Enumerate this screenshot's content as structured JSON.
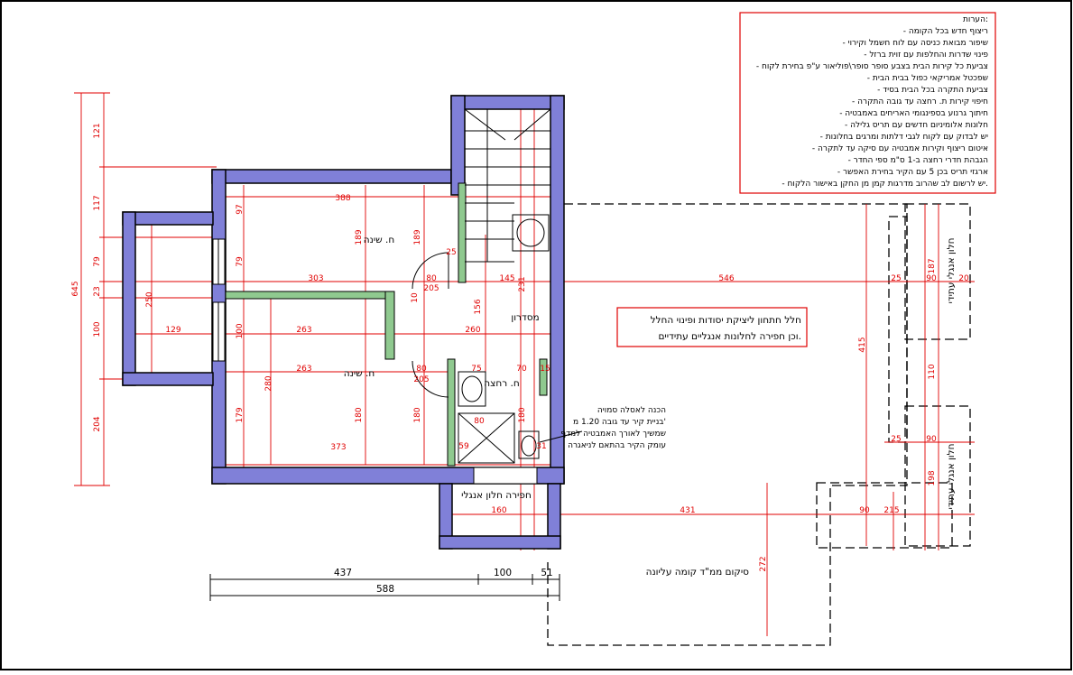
{
  "notes": {
    "title": "הערות:",
    "items": [
      "- ריצוף חדש בכל הקומה",
      "- שיפור מבואת כניסה עם לוח חשמל וקירוי",
      "- פינוי שדרות והחלפות עם זוית ברזל",
      "- צביעת כל קירות הבית בצבע סופר סופר\\פוליאור ע\"פ בחירת לקוח",
      "- שפכטל אמריקאי כפול בבית הבית",
      "- צביעת התקרה בכל הבית בסיד",
      "- חיפוי קירות ת. רחצה עד גובה התקרה",
      "- חיתוך גרנוע בספינגומי האריחים באמבטיה",
      "- חלונות אלומיניום חדשים עם תריס גלילה",
      "- יש לבדוק עם לקוח לגבי דלתות ומרגים בחלונות",
      "- איטום ריצוף וקירות אמבטיה עם סיקה עד לתקרה",
      "- הגבהת חדרי רחצה ב-1 ס\"מ ספי החדר",
      "- ארגזי תריס בכן 5 עם הקיר בחירת האפשר",
      "- יש לרשום לב שהרוב מדרגות קמן מן החקן באישור הלקוח."
    ]
  },
  "rooms": {
    "bedroom": "ח. שינה",
    "hall": "מסדרון",
    "bedroom2": "ח. שינה",
    "bathroom": "ח. רחצה",
    "window_well": "חפירה חלון אנגלי",
    "english_window_1": "חלון אנגלי עתידי",
    "english_window_2": "חלון אנגלי עתידי"
  },
  "annotations": {
    "space_box_line1": "חלל חתחון ליציקת יסודות ופינוי החלל",
    "space_box_line2": "וכן חפירה לחלונות אנגליים עתידיים.",
    "toilet_line1": "הכנה לאסלה סמויה",
    "toilet_line2": "בניית קיר עד גובה 1.20 מ'",
    "toilet_line3": "שמשיך לאורך האמבטיה למדף",
    "toilet_line4": "עומק הקיר בהתאם לניאגרה",
    "upper_floor": "סיקום ממ\"ד קומה עליונה"
  },
  "dimensions": {
    "total_height": "645",
    "h_121": "121",
    "h_117": "117",
    "h_79": "79",
    "h_23": "23",
    "h_100": "100",
    "h_204": "204",
    "w_388": "388",
    "w_303": "303",
    "w_145": "145",
    "w_546": "546",
    "w_263a": "263",
    "w_263b": "263",
    "w_260": "260",
    "w_129": "129",
    "w_373": "373",
    "w_160": "160",
    "w_431": "431",
    "w_215": "215",
    "w_437": "437",
    "w_100b": "100",
    "w_51": "51",
    "w_588": "588",
    "v_250": "250",
    "v_280": "280",
    "v_189a": "189",
    "v_189b": "189",
    "v_156": "156",
    "v_231": "231",
    "v_180a": "180",
    "v_180b": "180",
    "v_180c": "180",
    "v_179": "179",
    "v_97": "97",
    "v_79": "79",
    "v_100c": "100",
    "v_415": "415",
    "v_272": "272",
    "v_187": "187",
    "v_110": "110",
    "v_198": "198",
    "s_25a": "25",
    "s_25b": "25",
    "s_25c": "25",
    "s_80a": "80",
    "s_80b": "80",
    "s_80c": "80",
    "s_90a": "90",
    "s_90b": "90",
    "s_90c": "90",
    "s_20": "20",
    "s_75": "75",
    "s_70": "70",
    "s_15": "15",
    "s_10": "10",
    "s_205a": "205",
    "s_205b": "205",
    "s_59": "59",
    "s_31": "31"
  }
}
